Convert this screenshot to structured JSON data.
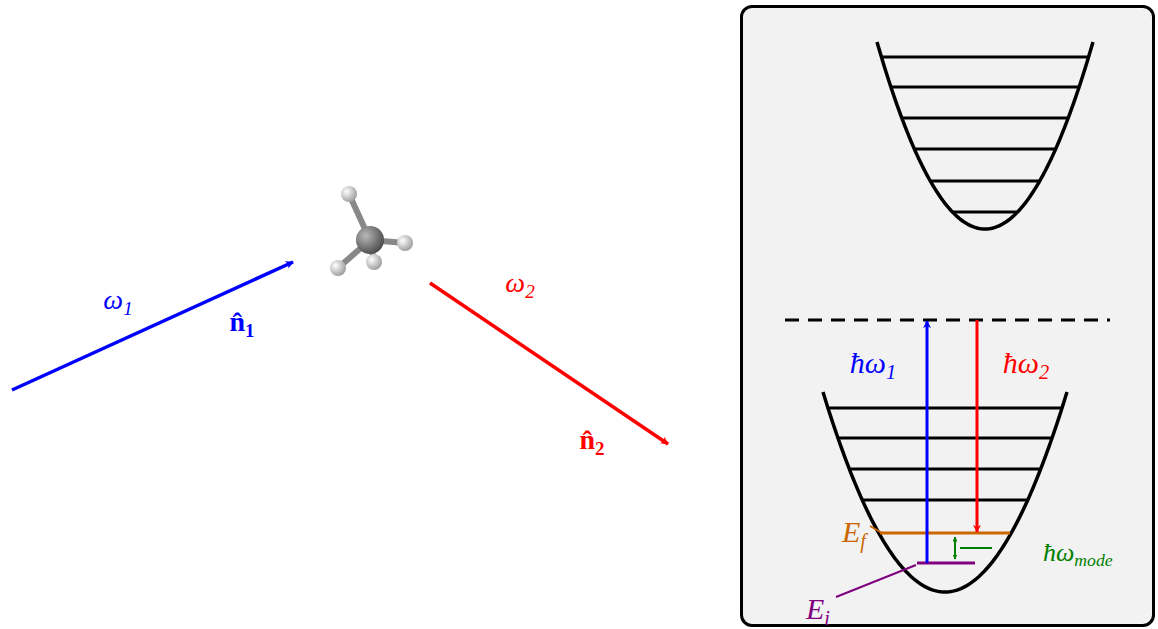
{
  "diagram": {
    "nodes": [
      {
        "text": [
          "ħω1",
          "ħω2",
          "Ef",
          "Ei",
          "ħωmode"
        ]
      }
    ],
    "labels": [
      "ω1",
      "n̂1",
      "ω2",
      "n̂2"
    ]
  }
}
